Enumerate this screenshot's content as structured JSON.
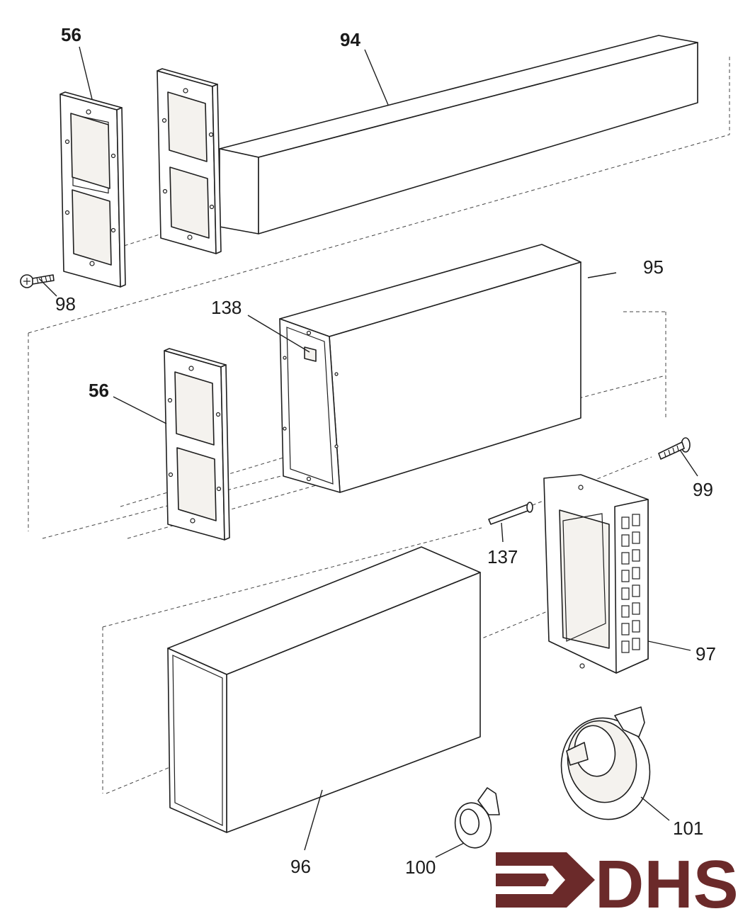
{
  "callouts": {
    "p94": "94",
    "p56_top": "56",
    "p98": "98",
    "p95": "95",
    "p138": "138",
    "p56_mid": "56",
    "p99": "99",
    "p137": "137",
    "p97": "97",
    "p96": "96",
    "p100": "100",
    "p101": "101"
  },
  "logo": {
    "text": "DHS",
    "color": "#6b2a2a"
  }
}
